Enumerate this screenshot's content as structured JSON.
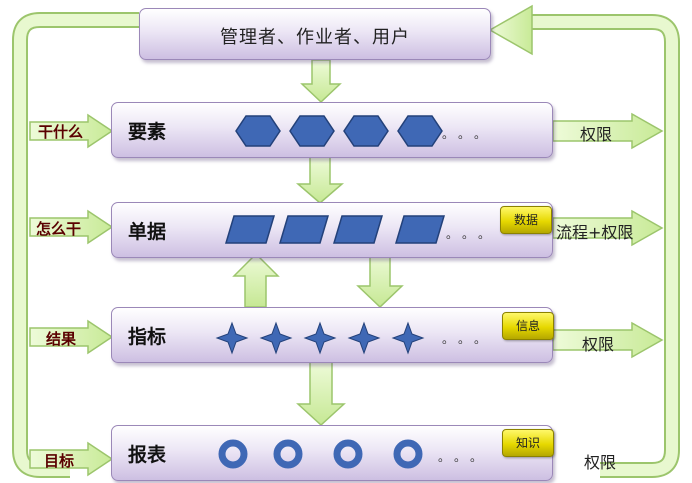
{
  "top": {
    "title": "管理者、作业者、用户"
  },
  "rows": [
    {
      "label": "要素",
      "side_label": "干什么",
      "right_label": "权限",
      "badge": "",
      "dots": "。。。"
    },
    {
      "label": "单据",
      "side_label": "怎么干",
      "right_label": "流程+权限",
      "badge": "数据",
      "dots": "。。。"
    },
    {
      "label": "指标",
      "side_label": "结果",
      "right_label": "权限",
      "badge": "信息",
      "dots": "。。。"
    },
    {
      "label": "报表",
      "side_label": "目标",
      "right_label": "权限",
      "badge": "知识",
      "dots": "。。。"
    }
  ],
  "colors": {
    "shape": "#3f68b5",
    "arrow": "#d3f0a8",
    "arrow_stroke": "#9cc56c",
    "badge": "#ece000",
    "box": "#dcd2ec"
  }
}
